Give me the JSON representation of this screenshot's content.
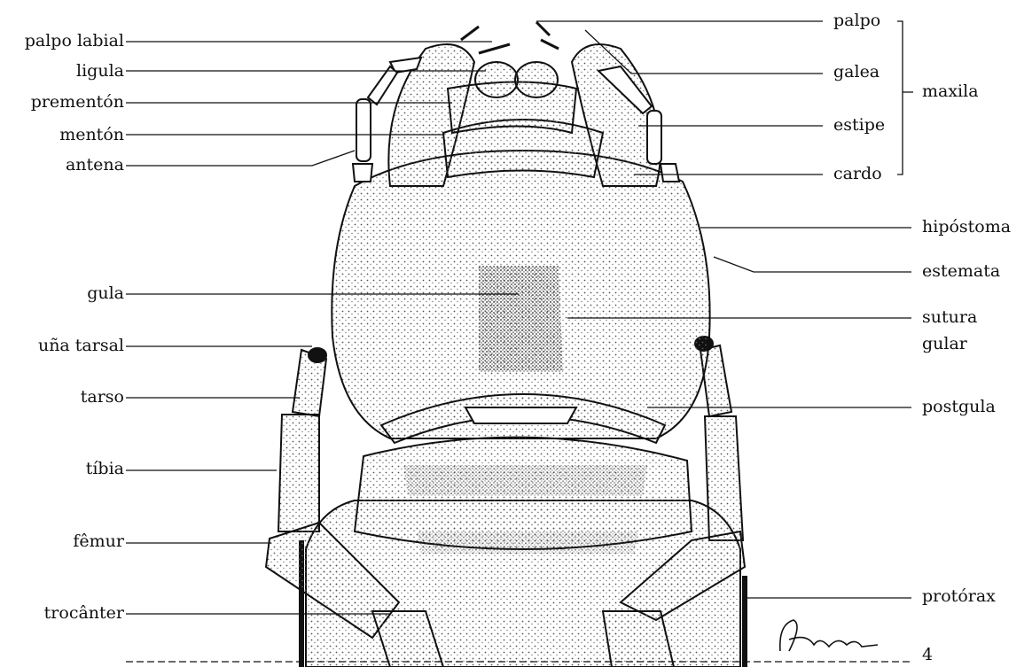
{
  "labels_left": [
    {
      "id": "palpo-labial",
      "text": "palpo labial"
    },
    {
      "id": "ligula",
      "text": "ligula"
    },
    {
      "id": "prementon",
      "text": "prementón"
    },
    {
      "id": "menton",
      "text": "mentón"
    },
    {
      "id": "antena",
      "text": "antena"
    },
    {
      "id": "gula",
      "text": "gula"
    },
    {
      "id": "una-tarsal",
      "text": "uña tarsal"
    },
    {
      "id": "tarso",
      "text": "tarso"
    },
    {
      "id": "tibia",
      "text": "tíbia"
    },
    {
      "id": "femur",
      "text": "fêmur"
    },
    {
      "id": "trocanter",
      "text": "trocânter"
    }
  ],
  "labels_right": [
    {
      "id": "palpo",
      "text": "palpo"
    },
    {
      "id": "galea",
      "text": "galea"
    },
    {
      "id": "estipe",
      "text": "estipe"
    },
    {
      "id": "cardo",
      "text": "cardo"
    },
    {
      "id": "hipostoma",
      "text": "hipóstoma"
    },
    {
      "id": "estemata",
      "text": "estemata"
    },
    {
      "id": "sutura-gular-1",
      "text": "sutura"
    },
    {
      "id": "sutura-gular-2",
      "text": "gular"
    },
    {
      "id": "postgula",
      "text": "postgula"
    },
    {
      "id": "protorax",
      "text": "protórax"
    }
  ],
  "group_label": "maxila",
  "signature": "Bimonka",
  "figure_number": "4",
  "colors": {
    "ink": "#111111",
    "stipple": "#9a9a9a",
    "paper": "#ffffff"
  }
}
